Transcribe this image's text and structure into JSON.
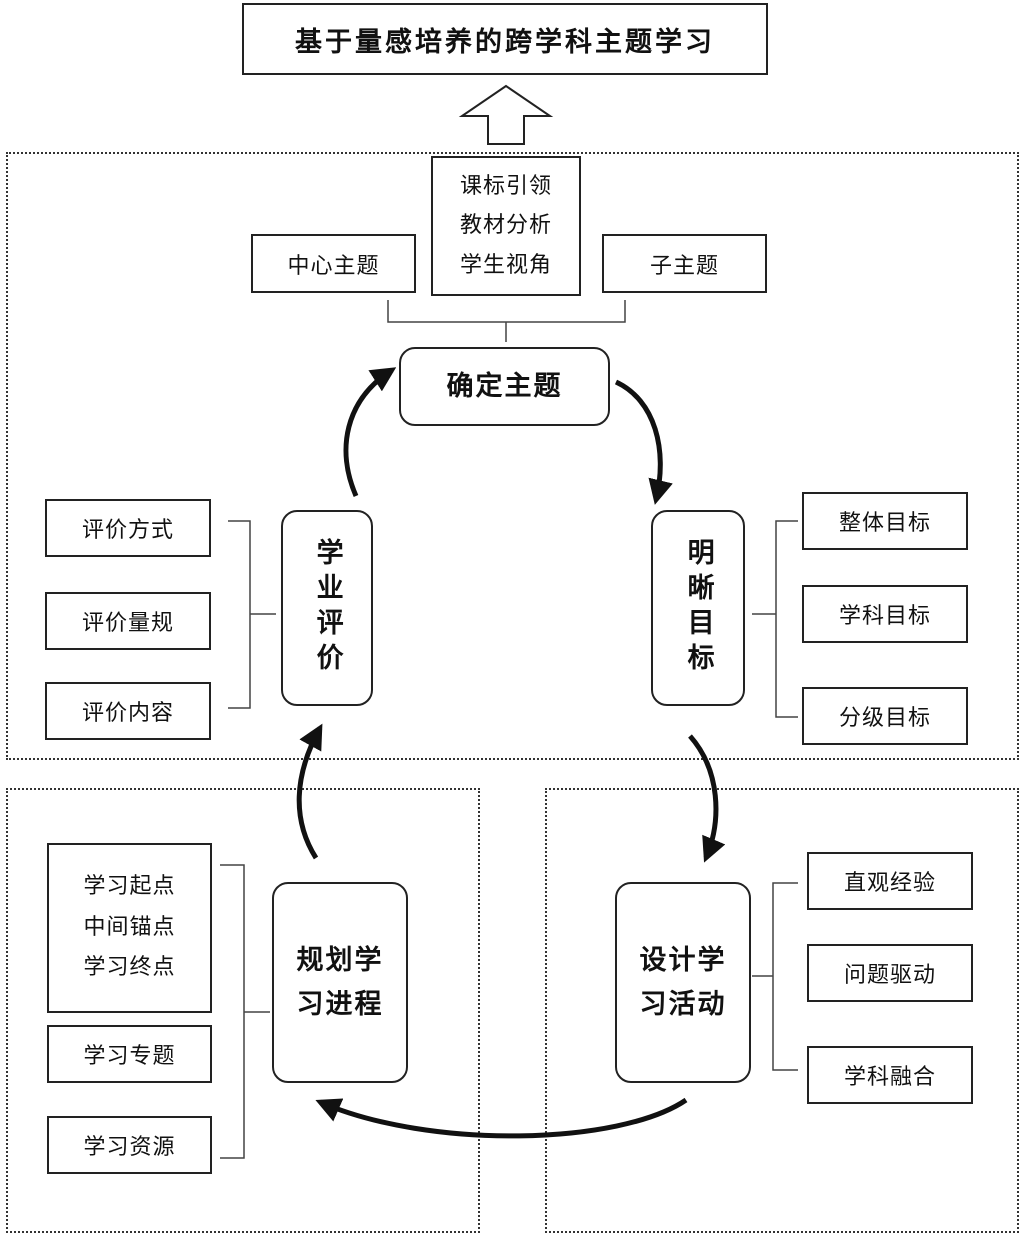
{
  "title": "基于量感培养的跨学科主题学习",
  "source": {
    "lines": [
      "课标引领",
      "教材分析",
      "学生视角"
    ]
  },
  "center_theme": "中心主题",
  "sub_theme": "子主题",
  "steps": {
    "determine_theme": "确定主题",
    "clarify_goals": "明晰目标",
    "design_activities": "设计学习活动",
    "plan_process": "规划学习进程",
    "evaluation": "学业评价"
  },
  "goals": [
    "整体目标",
    "学科目标",
    "分级目标"
  ],
  "evaluation_items": [
    "评价方式",
    "评价量规",
    "评价内容"
  ],
  "activities": [
    "直观经验",
    "问题驱动",
    "学科融合"
  ],
  "process": {
    "points": [
      "学习起点",
      "中间锚点",
      "学习终点"
    ],
    "topic": "学习专题",
    "resources": "学习资源"
  }
}
